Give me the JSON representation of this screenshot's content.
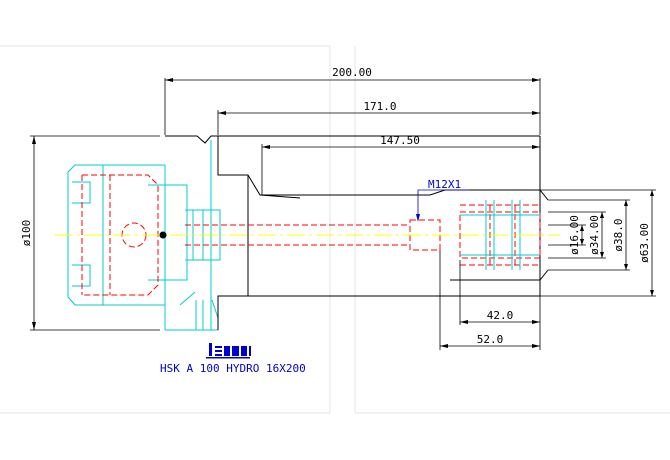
{
  "dimensions": {
    "overall_length": "200.00",
    "length_2": "171.0",
    "length_3": "147.50",
    "length_4": "42.0",
    "length_5": "52.0",
    "dia_flange": "ø100",
    "dia_bore": "ø16.00",
    "dia_34": "ø34.00",
    "dia_38": "ø38.0",
    "dia_63": "ø63.00"
  },
  "annotation": {
    "thread": "M12X1"
  },
  "logo": {
    "text": "iscar"
  },
  "caption": "HSK A 100 HYDRO 16X200",
  "colors": {
    "outline": "#000000",
    "shank": "#00cccc",
    "hidden": "#ff0000",
    "centerline": "#ffff00",
    "note": "#0000cc"
  }
}
